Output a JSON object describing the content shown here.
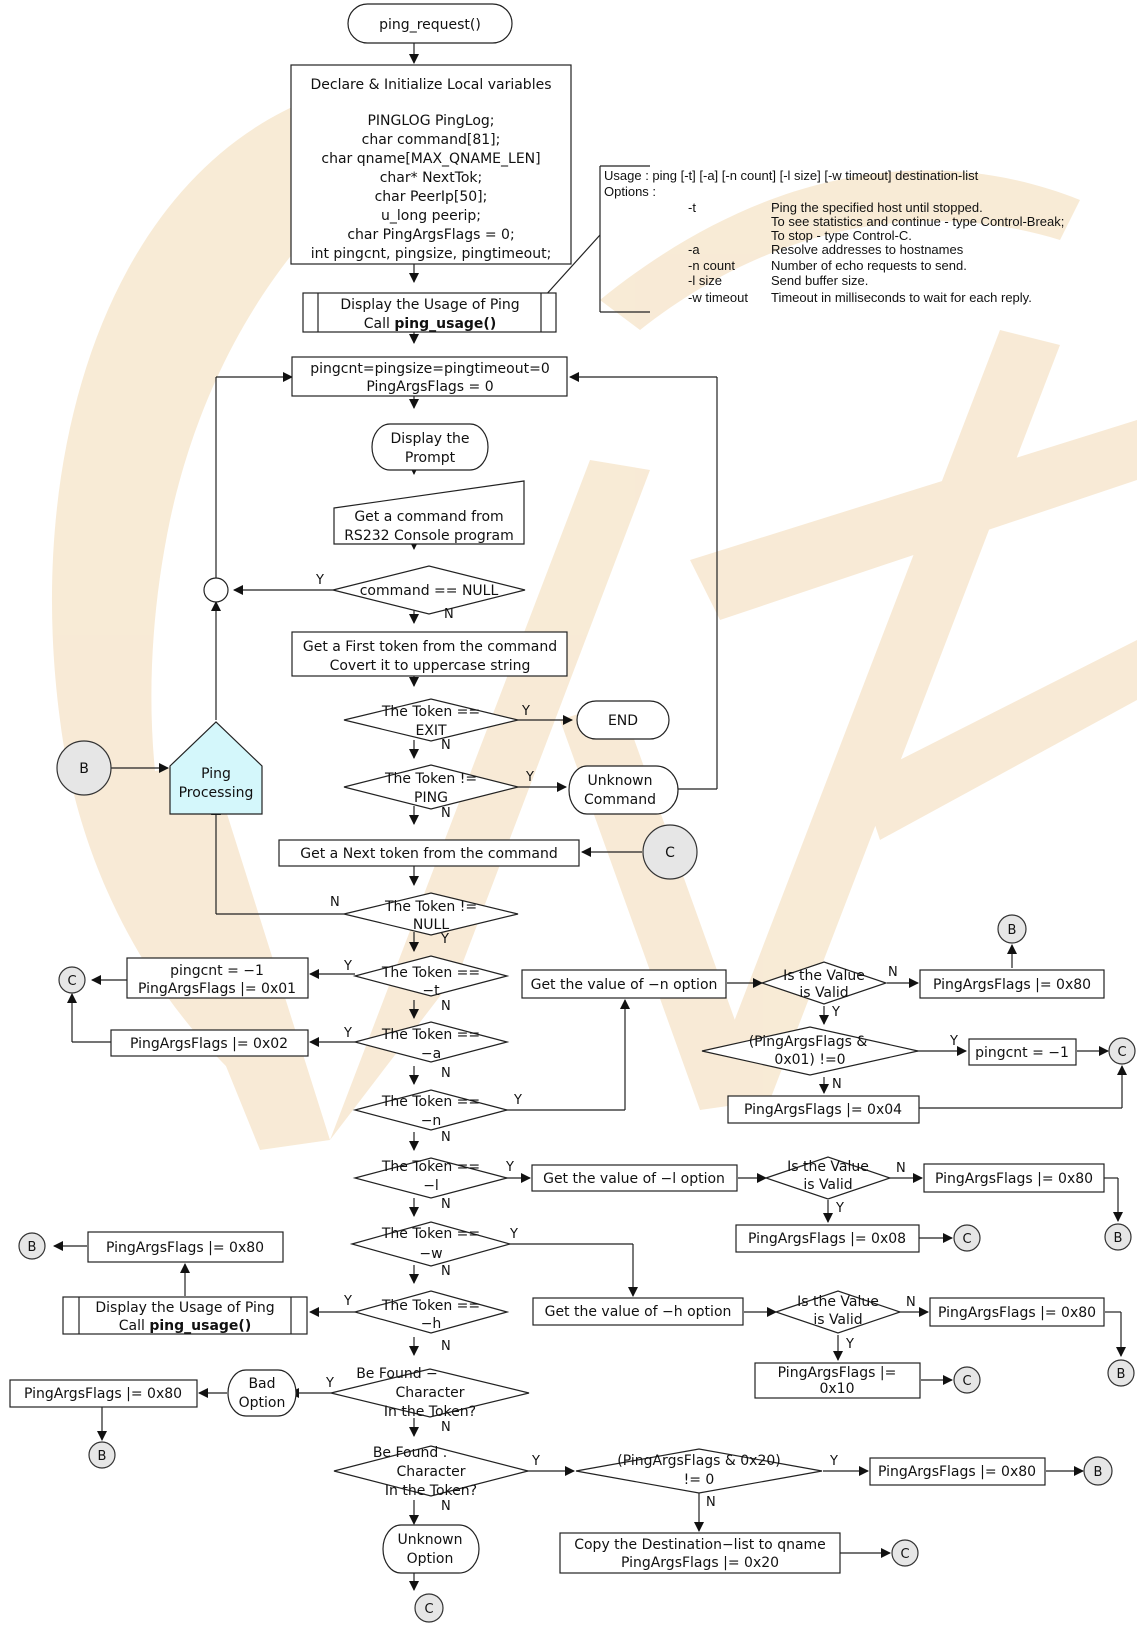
{
  "colors": {
    "watermark": "#f7e7cf",
    "ping_processing_fill": "#d4f7fb",
    "connector_fill": "#e6e6e6"
  },
  "watermark_text": "WIZ",
  "nodes": {
    "start": "ping_request()",
    "declare": [
      "Declare & Initialize Local variables",
      "",
      "PINGLOG PingLog;",
      "char command[81];",
      "char qname[MAX_QNAME_LEN]",
      "char* NextTok;",
      "char PeerIp[50];",
      "u_long peerip;",
      "char PingArgsFlags = 0;",
      "int pingcnt, pingsize, pingtimeout;"
    ],
    "display_usage_1": "Display the Usage of Ping",
    "call_prefix": "Call ",
    "call_func": "ping_usage()",
    "reset": [
      "pingcnt=pingsize=pingtimeout=0",
      "PingArgsFlags = 0"
    ],
    "display_prompt": [
      "Display the",
      "Prompt"
    ],
    "get_command": [
      "Get a command from",
      "RS232 Console program"
    ],
    "cmd_null": "command == NULL",
    "first_token": [
      "Get a First token from the command",
      "Covert it to uppercase string"
    ],
    "token_exit": [
      "The Token ==",
      "EXIT"
    ],
    "end": "END",
    "token_ping": [
      "The Token !=",
      "PING"
    ],
    "unknown_command": [
      "Unknown",
      "Command"
    ],
    "ping_processing": [
      "Ping",
      "Processing"
    ],
    "next_token": "Get a Next token from the command",
    "token_null": [
      "The Token !=",
      "NULL"
    ],
    "token_t": [
      "The Token ==",
      "−t"
    ],
    "t_action": [
      "pingcnt = −1",
      "PingArgsFlags |= 0x01"
    ],
    "token_a": [
      "The Token ==",
      "−a"
    ],
    "a_action": "PingArgsFlags |= 0x02",
    "token_n": [
      "The Token ==",
      "−n"
    ],
    "get_n": "Get the value of −n option",
    "valid_n": [
      "Is the Value",
      "is Valid"
    ],
    "n_invalid": "PingArgsFlags |= 0x80",
    "n_check": [
      "(PingArgsFlags &",
      "0x01) !=0"
    ],
    "n_pingcnt": "pingcnt = −1",
    "n_flag": "PingArgsFlags |= 0x04",
    "token_l": [
      "The Token ==",
      "−l"
    ],
    "get_l": "Get the value of −l option",
    "valid_l": [
      "Is the Value",
      "is Valid"
    ],
    "l_invalid": "PingArgsFlags |= 0x80",
    "l_flag": "PingArgsFlags |= 0x08",
    "token_w": [
      "The Token ==",
      "−w"
    ],
    "get_h": "Get the value of −h option",
    "valid_h": [
      "Is the Value",
      "is Valid"
    ],
    "h_invalid": "PingArgsFlags |= 0x80",
    "h_flag": [
      "PingArgsFlags |=",
      "0x10"
    ],
    "token_h": [
      "The Token ==",
      "−h"
    ],
    "h_flag80": "PingArgsFlags |= 0x80",
    "display_usage_2": "Display the Usage of Ping",
    "found_dash": [
      "Be Found −",
      "Character",
      "In the Token?"
    ],
    "bad_option": [
      "Bad",
      "Option"
    ],
    "bad_flag": "PingArgsFlags |= 0x80",
    "found_dot": [
      "Be Found .",
      "Character",
      "In the Token?"
    ],
    "dot_check": [
      "(PingArgsFlags & 0x20)",
      "!= 0"
    ],
    "dot_flag80": "PingArgsFlags |= 0x80",
    "copy_dest": [
      "Copy the Destination−list to qname",
      "PingArgsFlags |= 0x20"
    ],
    "unknown_option": [
      "Unknown",
      "Option"
    ]
  },
  "usage_note": {
    "line1": "Usage : ping [-t] [-a] [-n count] [-l size] [-w timeout] destination-list",
    "line2": "Options :",
    "options": [
      {
        "flag": "-t",
        "desc": [
          "Ping the specified host until stopped.",
          "To see statistics and continue - type Control-Break;",
          "To stop - type Control-C."
        ]
      },
      {
        "flag": "-a",
        "desc": [
          "Resolve addresses to hostnames"
        ]
      },
      {
        "flag": "-n count",
        "desc": [
          "Number of echo requests to send."
        ]
      },
      {
        "flag": "-l size",
        "desc": [
          "Send buffer size."
        ]
      },
      {
        "flag": "-w timeout",
        "desc": [
          "Timeout in milliseconds to wait for each reply."
        ]
      }
    ]
  },
  "connectors": {
    "B": "B",
    "C": "C"
  },
  "labels": {
    "yes": "Y",
    "no": "N"
  }
}
